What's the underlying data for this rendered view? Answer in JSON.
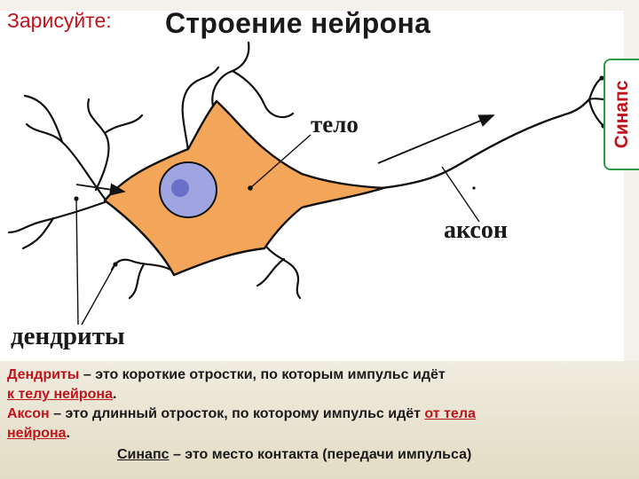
{
  "slide": {
    "instruction": "Зарисуйте:",
    "title": "Строение нейрона"
  },
  "diagram": {
    "labels": {
      "body": "тело",
      "axon": "аксон",
      "dendrites": "дендриты",
      "synapse": "Синапс"
    },
    "colors": {
      "cell_body": "#f3a65a",
      "nucleus": "#a0a4e0",
      "nucleolus": "#6a70c8",
      "outline": "#111111",
      "synapse_border": "#2b9b44",
      "accent_red": "#c0141b"
    }
  },
  "definitions": {
    "dendrites_term": "Дендриты",
    "dendrites_text": " – это короткие отростки, по которым импульс идёт",
    "dendrites_dest": "к телу нейрона",
    "dendrites_end": ".",
    "axon_term": "Аксон",
    "axon_text": " – это длинный отросток, по которому импульс идёт ",
    "axon_dest_1": "от тела",
    "axon_dest_2": "нейрона",
    "axon_end": ".",
    "synapse_term": "Синапс",
    "synapse_text": " – это место контакта (передачи импульса)"
  }
}
